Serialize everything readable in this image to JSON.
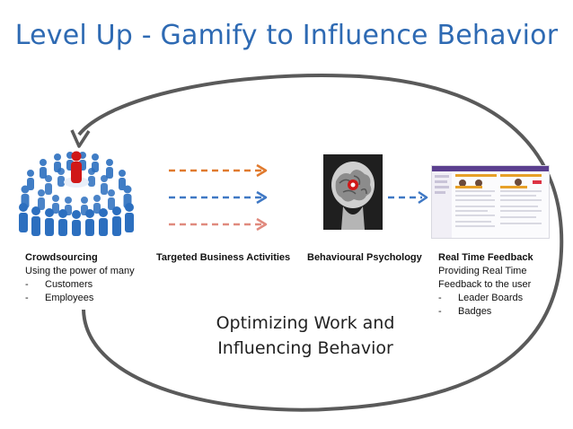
{
  "title": "Level Up - Gamify to Influence Behavior",
  "colors": {
    "title": "#2e6ab3",
    "loop": "#555555",
    "arrow_orange": "#e07a2e",
    "arrow_blue": "#3f78c4",
    "arrow_red": "#e08a7e",
    "crowd_blue": "#2c6fbf",
    "crowd_red": "#d01818"
  },
  "icons": [
    "crowd-icon",
    "brain-head-icon",
    "dashboard-screenshot-icon"
  ],
  "crowdsourcing": {
    "heading": "Crowdsourcing",
    "line1": "Using the power of many",
    "bullets": [
      {
        "dash": "-",
        "text": "Customers"
      },
      {
        "dash": "-",
        "text": "Employees"
      }
    ]
  },
  "targeted": {
    "heading": "Targeted Business Activities"
  },
  "psychology": {
    "heading": "Behavioural Psychology"
  },
  "feedback": {
    "heading": "Real Time Feedback",
    "line1": "Providing Real Time",
    "line2": "Feedback to the user",
    "bullets": [
      {
        "dash": "-",
        "text": "Leader Boards"
      },
      {
        "dash": "-",
        "text": "Badges"
      }
    ]
  },
  "center": {
    "line1": "Optimizing Work and",
    "line2": "Influencing Behavior"
  }
}
